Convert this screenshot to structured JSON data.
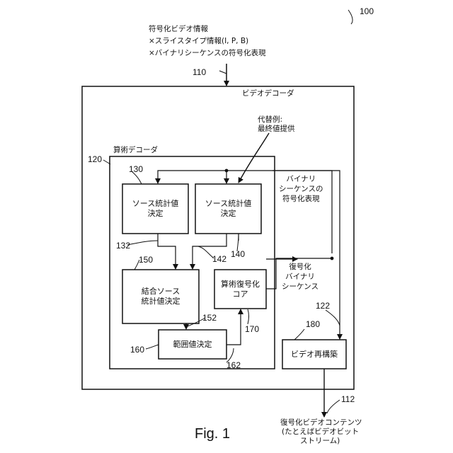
{
  "figure": {
    "number": "100",
    "caption": "Fig. 1"
  },
  "input": {
    "title": "符号化ビデオ情報",
    "line1": "×スライスタイプ情報(I, P, B)",
    "line2": "×バイナリシーケンスの符号化表現",
    "ref": "110"
  },
  "video_decoder": {
    "label": "ビデオデコーダ"
  },
  "arith_decoder": {
    "label": "算術デコーダ",
    "ref": "120"
  },
  "alt_note": {
    "line1": "代替例:",
    "line2": "最終値提供"
  },
  "binary_seq_label": "バイナリ\nシーケンスの\n符号化表現",
  "decoded_seq_label": "復号化\nバイナリ\nシーケンス",
  "boxes": {
    "source_stats_1": {
      "label": "ソース統計値\n決定",
      "ref": "130"
    },
    "source_stats_2": {
      "label": "ソース統計値\n決定",
      "ref": "140"
    },
    "combined_stats": {
      "label": "結合ソース\n統計値決定",
      "ref": "150"
    },
    "arith_core": {
      "label": "算術復号化\nコア",
      "ref": "170"
    },
    "range_value": {
      "label": "範囲値決定",
      "ref": "160"
    },
    "video_reconstruct": {
      "label": "ビデオ再構築",
      "ref": "180"
    }
  },
  "refs": {
    "r132": "132",
    "r142": "142",
    "r152": "152",
    "r162": "162",
    "r122": "122",
    "r112": "112"
  },
  "output": {
    "line1": "復号化ビデオコンテンツ",
    "line2": "(たとえばビデオビット",
    "line3": "ストリーム)"
  }
}
